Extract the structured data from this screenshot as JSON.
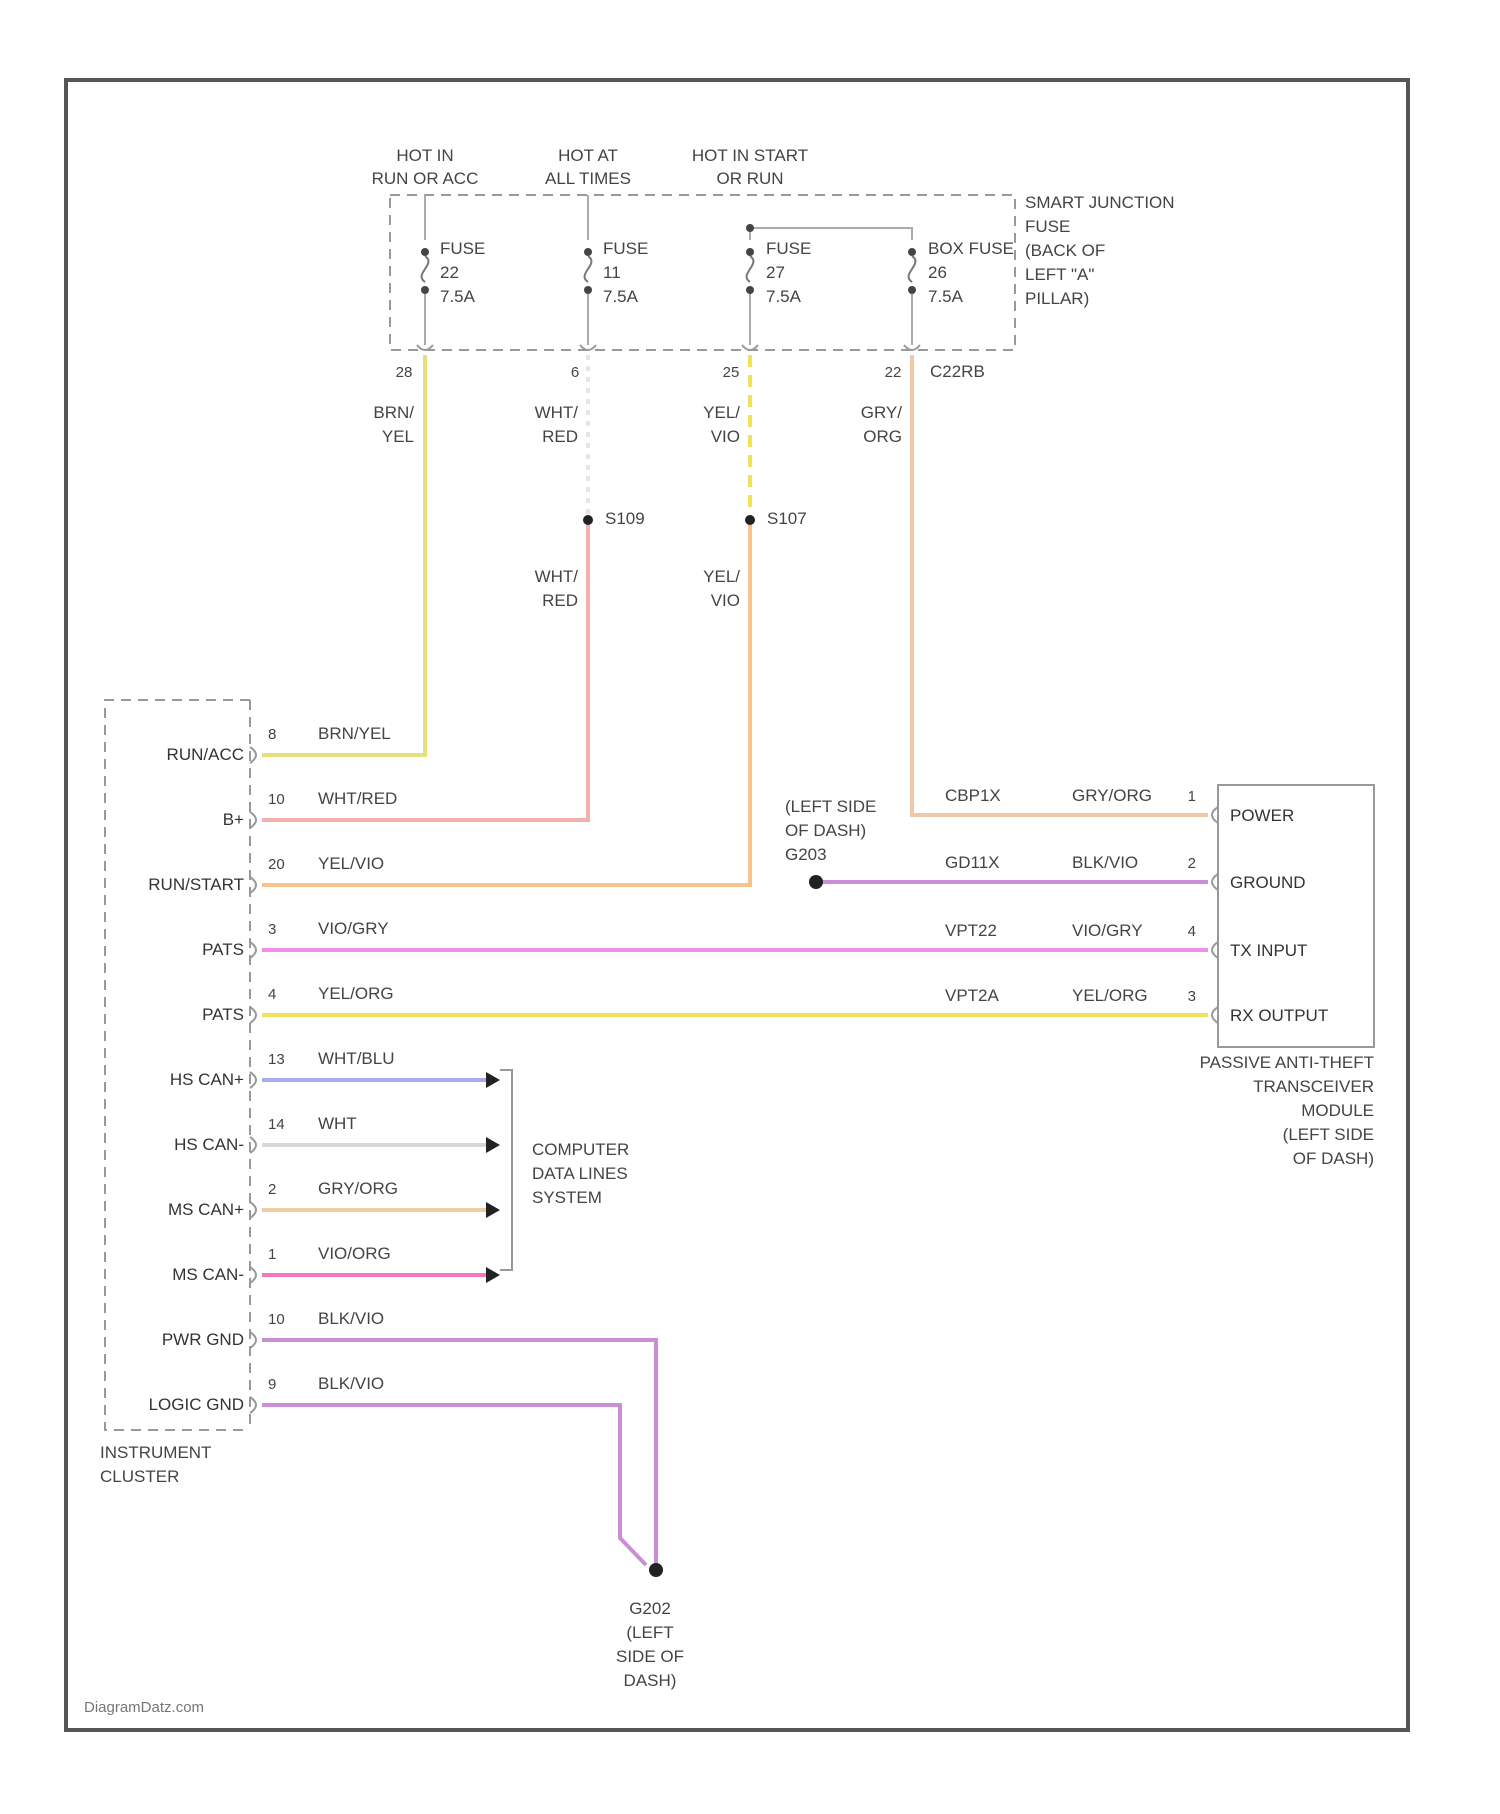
{
  "power_sources": [
    {
      "line1": "HOT IN",
      "line2": "RUN OR ACC"
    },
    {
      "line1": "HOT AT",
      "line2": "ALL TIMES"
    },
    {
      "line1": "HOT IN START",
      "line2": "OR RUN"
    }
  ],
  "junction_box": {
    "lines": [
      "SMART JUNCTION",
      "FUSE",
      "(BACK OF",
      "LEFT \"A\"",
      "PILLAR)"
    ]
  },
  "fuses": [
    {
      "name": "FUSE",
      "number": "22",
      "rating": "7.5A",
      "terminal": "28"
    },
    {
      "name": "FUSE",
      "number": "11",
      "rating": "7.5A",
      "terminal": "6"
    },
    {
      "name": "FUSE",
      "number": "27",
      "rating": "7.5A",
      "terminal": "25"
    },
    {
      "name": "BOX FUSE",
      "number": "26",
      "rating": "7.5A",
      "terminal": "22"
    }
  ],
  "connector_label": "C22RB",
  "upper_wires": [
    {
      "line1": "BRN/",
      "line2": "YEL"
    },
    {
      "line1": "WHT/",
      "line2": "RED"
    },
    {
      "line1": "YEL/",
      "line2": "VIO"
    },
    {
      "line1": "GRY/",
      "line2": "ORG"
    }
  ],
  "splices": [
    {
      "id": "S109",
      "wire_line1": "WHT/",
      "wire_line2": "RED"
    },
    {
      "id": "S107",
      "wire_line1": "YEL/",
      "wire_line2": "VIO"
    }
  ],
  "cluster": {
    "name_line1": "INSTRUMENT",
    "name_line2": "CLUSTER",
    "pins": [
      {
        "label": "RUN/ACC",
        "pin": "8",
        "wire": "BRN/YEL"
      },
      {
        "label": "B+",
        "pin": "10",
        "wire": "WHT/RED"
      },
      {
        "label": "RUN/START",
        "pin": "20",
        "wire": "YEL/VIO"
      },
      {
        "label": "PATS",
        "pin": "3",
        "wire": "VIO/GRY"
      },
      {
        "label": "PATS",
        "pin": "4",
        "wire": "YEL/ORG"
      },
      {
        "label": "HS CAN+",
        "pin": "13",
        "wire": "WHT/BLU"
      },
      {
        "label": "HS CAN-",
        "pin": "14",
        "wire": "WHT"
      },
      {
        "label": "MS CAN+",
        "pin": "2",
        "wire": "GRY/ORG"
      },
      {
        "label": "MS CAN-",
        "pin": "1",
        "wire": "VIO/ORG"
      },
      {
        "label": "PWR GND",
        "pin": "10",
        "wire": "BLK/VIO"
      },
      {
        "label": "LOGIC GND",
        "pin": "9",
        "wire": "BLK/VIO"
      }
    ]
  },
  "pats_module": {
    "name_lines": [
      "PASSIVE ANTI-THEFT",
      "TRANSCEIVER",
      "MODULE",
      "(LEFT SIDE",
      "OF DASH)"
    ],
    "pins": [
      {
        "label": "POWER",
        "pin": "1",
        "circuit": "CBP1X",
        "wire": "GRY/ORG"
      },
      {
        "label": "GROUND",
        "pin": "2",
        "circuit": "GD11X",
        "wire": "BLK/VIO"
      },
      {
        "label": "TX INPUT",
        "pin": "4",
        "circuit": "VPT22",
        "wire": "VIO/GRY"
      },
      {
        "label": "RX OUTPUT",
        "pin": "3",
        "circuit": "VPT2A",
        "wire": "YEL/ORG"
      }
    ]
  },
  "ground_left_dash": {
    "lines": [
      "(LEFT SIDE",
      "OF DASH)",
      "G203"
    ]
  },
  "data_lines": {
    "lines": [
      "COMPUTER",
      "DATA LINES",
      "SYSTEM"
    ]
  },
  "ground_bottom": {
    "lines": [
      "G202",
      "(LEFT",
      "SIDE OF",
      "DASH)"
    ]
  },
  "watermark": "DiagramDatz.com",
  "colors": {
    "brn_yel": "#e6e07a",
    "wht_red": "#f3b0b0",
    "yel_vio": "#f6c48a",
    "gry_org": "#eec9a8",
    "vio_gry": "#f08fe6",
    "yel_org": "#f2e25a",
    "wht_blu": "#a9a9f0",
    "wht": "#d8d8d8",
    "gry_org_can": "#eecca6",
    "vio_org": "#f27ab8",
    "blk_vio": "#c98ed6"
  }
}
